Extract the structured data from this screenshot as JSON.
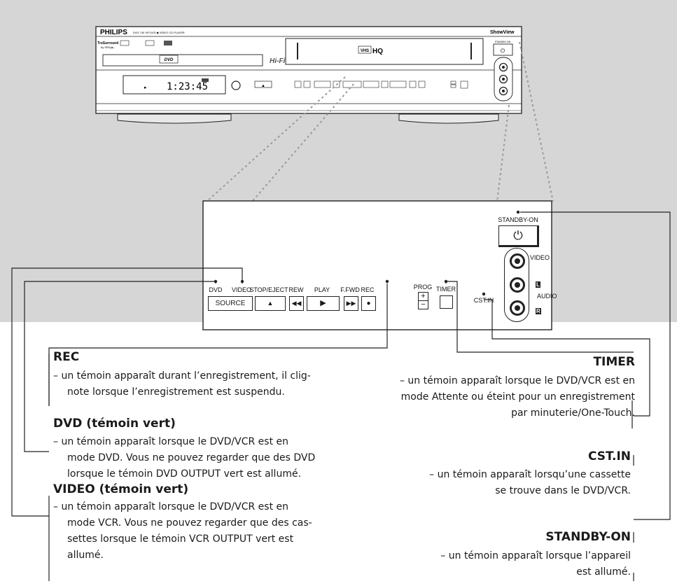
{
  "device": {
    "brand": "PHILIPS",
    "model": "DVD 740 VR DVD ◆ VIDEO CD PLAYER",
    "showview": "ShowView",
    "trusurround": "TruSurround",
    "by_srs": "by SRS(●)",
    "dvd_logo": "DVD",
    "hifi": "Hi-Fi",
    "vhs": "VHS",
    "vhs_hq": "HQ",
    "display_time": "1:23:45",
    "standby_small": "STANDBY-ON"
  },
  "panel": {
    "dvd": "DVD",
    "video": "VIDEO",
    "source": "SOURCE",
    "stop_eject": "STOP/EJECT",
    "rew": "REW",
    "play": "PLAY",
    "ffwd": "F.FWD",
    "rec": "REC",
    "prog": "PROG",
    "timer": "TIMER",
    "cst_in": "CST.IN",
    "standby_on": "STANDBY-ON",
    "video_jack": "VIDEO",
    "audio_jack": "AUDIO",
    "l": "L",
    "r": "R"
  },
  "callouts": {
    "rec": {
      "title": "REC",
      "lines": [
        "– un témoin apparaît durant l’enregistrement, il clig-",
        "note lorsque l’enregistrement est suspendu."
      ]
    },
    "dvd": {
      "title": "DVD (témoin vert)",
      "lines": [
        "– un témoin apparaît lorsque le DVD/VCR est en",
        "mode DVD. Vous ne pouvez regarder que des DVD",
        "lorsque le témoin DVD OUTPUT vert est allumé."
      ]
    },
    "video": {
      "title": "VIDEO (témoin vert)",
      "lines": [
        "– un témoin apparaît lorsque le DVD/VCR est en",
        "mode VCR. Vous ne pouvez regarder que des cas-",
        "settes lorsque le témoin VCR OUTPUT vert est",
        "allumé."
      ]
    },
    "timer": {
      "title": "TIMER",
      "lines": [
        "– un témoin apparaît lorsque le DVD/VCR est en",
        "mode Attente ou éteint pour un enregistrement",
        "par minuterie/One-Touch."
      ]
    },
    "cst_in": {
      "title": "CST.IN",
      "lines": [
        "– un témoin apparaît lorsqu’une cassette",
        "se trouve dans le DVD/VCR."
      ]
    },
    "standby_on": {
      "title": "STANDBY-ON",
      "lines": [
        "– un témoin apparaît lorsque l’appareil",
        "est allumé."
      ]
    }
  }
}
